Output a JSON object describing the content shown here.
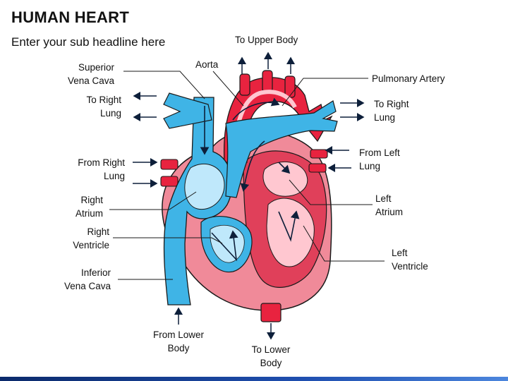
{
  "header": {
    "title": "HUMAN HEART",
    "subtitle": "Enter your sub headline here"
  },
  "labels": {
    "to_upper_body": "To Upper Body",
    "superior_vena_cava": [
      "Superior",
      "Vena Cava"
    ],
    "aorta": "Aorta",
    "pulmonary_artery": "Pulmonary Artery",
    "to_right_lung_left": [
      "To Right",
      "Lung"
    ],
    "to_right_lung_right": [
      "To Right",
      "Lung"
    ],
    "from_right_lung": [
      "From Right",
      "Lung"
    ],
    "from_left_lung": [
      "From Left",
      "Lung"
    ],
    "right_atrium": [
      "Right",
      "Atrium"
    ],
    "left_atrium": [
      "Left",
      "Atrium"
    ],
    "right_ventricle": [
      "Right",
      "Ventricle"
    ],
    "left_ventricle": [
      "Left",
      "Ventricle"
    ],
    "inferior_vena_cava": [
      "Inferior",
      "Vena Cava"
    ],
    "from_lower_body": [
      "From Lower",
      "Body"
    ],
    "to_lower_body": [
      "To Lower",
      "Body"
    ]
  },
  "colors": {
    "heart_outer": "#f08a99",
    "heart_muscle": "#e0405a",
    "heart_chamber_light": "#ffc7d0",
    "vein_blue": "#3fb4e6",
    "vein_light": "#bfe8fb",
    "aorta_red": "#e8233f",
    "outline": "#1a1a1a",
    "footer": "#1f4fb0"
  }
}
